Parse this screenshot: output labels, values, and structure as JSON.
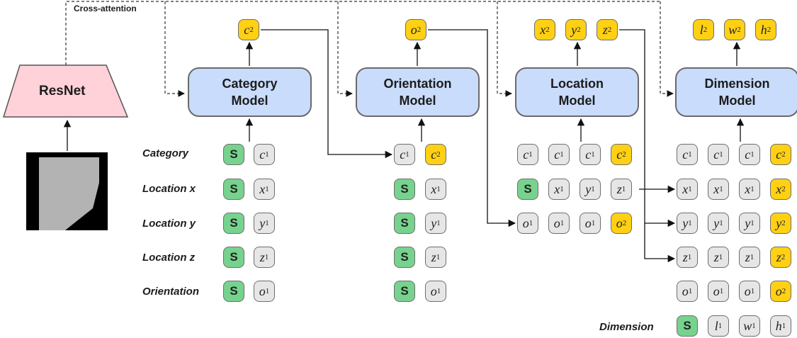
{
  "encoder": {
    "label": "ResNet",
    "fill": "#ffd1d9"
  },
  "cross_attention_label": "Cross-attention",
  "models": [
    {
      "id": "category",
      "line1": "Category",
      "line2": "Model"
    },
    {
      "id": "orientation",
      "line1": "Orientation",
      "line2": "Model"
    },
    {
      "id": "location",
      "line1": "Location",
      "line2": "Model"
    },
    {
      "id": "dimension",
      "line1": "Dimension",
      "line2": "Model"
    }
  ],
  "row_labels": [
    "Category",
    "Location x",
    "Location y",
    "Location z",
    "Orientation",
    "Dimension"
  ],
  "token_colors": {
    "gray": "#e6e6e6",
    "yellow": "#ffd014",
    "green": "#77d28e",
    "model": "#c9dcfb"
  },
  "stages": [
    {
      "outputs": [
        [
          "c",
          "2"
        ]
      ],
      "rows": [
        [
          [
            "S",
            ""
          ],
          [
            "c",
            "1"
          ]
        ],
        [
          [
            "S",
            ""
          ],
          [
            "x",
            "1"
          ]
        ],
        [
          [
            "S",
            ""
          ],
          [
            "y",
            "1"
          ]
        ],
        [
          [
            "S",
            ""
          ],
          [
            "z",
            "1"
          ]
        ],
        [
          [
            "S",
            ""
          ],
          [
            "o",
            "1"
          ]
        ]
      ]
    },
    {
      "outputs": [
        [
          "o",
          "2"
        ]
      ],
      "rows": [
        [
          [
            "c",
            "1"
          ],
          [
            "c",
            "2"
          ]
        ],
        [
          [
            "S",
            ""
          ],
          [
            "x",
            "1"
          ]
        ],
        [
          [
            "S",
            ""
          ],
          [
            "y",
            "1"
          ]
        ],
        [
          [
            "S",
            ""
          ],
          [
            "z",
            "1"
          ]
        ],
        [
          [
            "S",
            ""
          ],
          [
            "o",
            "1"
          ]
        ]
      ]
    },
    {
      "outputs": [
        [
          "x",
          "2"
        ],
        [
          "y",
          "2"
        ],
        [
          "z",
          "2"
        ]
      ],
      "rows": [
        [
          [
            "c",
            "1"
          ],
          [
            "c",
            "1"
          ],
          [
            "c",
            "1"
          ],
          [
            "c",
            "2"
          ]
        ],
        [
          [
            "S",
            ""
          ],
          [
            "x",
            "1"
          ],
          [
            "y",
            "1"
          ],
          [
            "z",
            "1"
          ]
        ],
        [
          [
            "o",
            "1"
          ],
          [
            "o",
            "1"
          ],
          [
            "o",
            "1"
          ],
          [
            "o",
            "2"
          ]
        ]
      ]
    },
    {
      "outputs": [
        [
          "l",
          "2"
        ],
        [
          "w",
          "2"
        ],
        [
          "h",
          "2"
        ]
      ],
      "rows": [
        [
          [
            "c",
            "1"
          ],
          [
            "c",
            "1"
          ],
          [
            "c",
            "1"
          ],
          [
            "c",
            "2"
          ]
        ],
        [
          [
            "x",
            "1"
          ],
          [
            "x",
            "1"
          ],
          [
            "x",
            "1"
          ],
          [
            "x",
            "2"
          ]
        ],
        [
          [
            "y",
            "1"
          ],
          [
            "y",
            "1"
          ],
          [
            "y",
            "1"
          ],
          [
            "y",
            "2"
          ]
        ],
        [
          [
            "z",
            "1"
          ],
          [
            "z",
            "1"
          ],
          [
            "z",
            "1"
          ],
          [
            "z",
            "2"
          ]
        ],
        [
          [
            "o",
            "1"
          ],
          [
            "o",
            "1"
          ],
          [
            "o",
            "1"
          ],
          [
            "o",
            "2"
          ]
        ],
        [
          [
            "S",
            ""
          ],
          [
            "l",
            "1"
          ],
          [
            "w",
            "1"
          ],
          [
            "h",
            "1"
          ]
        ]
      ]
    }
  ]
}
